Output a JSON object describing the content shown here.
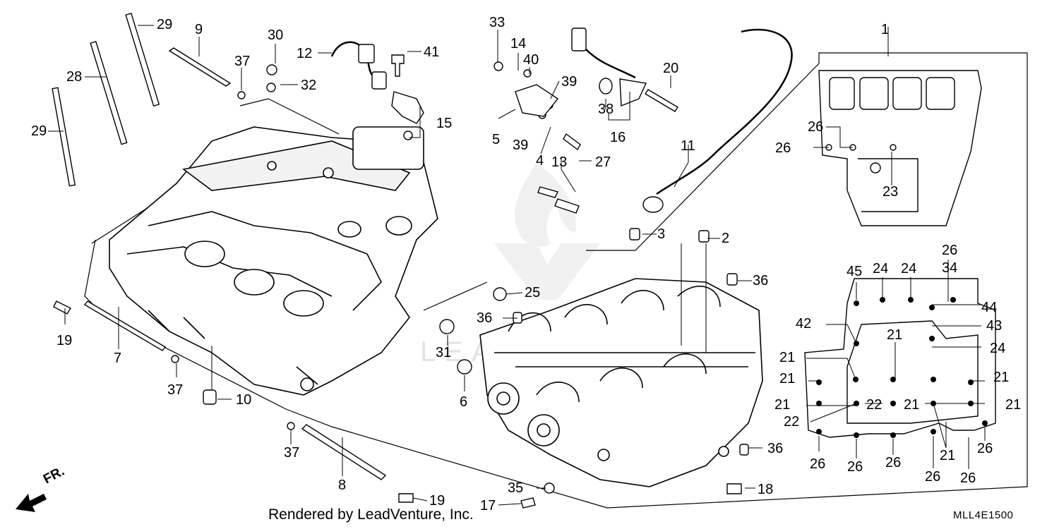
{
  "callouts": [
    "29",
    "9",
    "30",
    "37",
    "32",
    "12",
    "41",
    "33",
    "14",
    "40",
    "39",
    "15",
    "20",
    "38",
    "1",
    "28",
    "29",
    "5",
    "39",
    "4",
    "27",
    "16",
    "11",
    "26",
    "26",
    "13",
    "23",
    "3",
    "2",
    "26",
    "34",
    "45",
    "24",
    "24",
    "36",
    "44",
    "25",
    "36",
    "42",
    "21",
    "43",
    "24",
    "19",
    "7",
    "31",
    "21",
    "21",
    "21",
    "6",
    "21",
    "22",
    "21",
    "21",
    "37",
    "10",
    "22",
    "36",
    "26",
    "26",
    "26",
    "21",
    "26",
    "26",
    "26",
    "35",
    "18",
    "8",
    "19",
    "17"
  ],
  "direction_label": "FR.",
  "watermark": "LEADVENTURE",
  "footer": {
    "credit": "Rendered by LeadVenture, Inc.",
    "code": "MLL4E1500"
  }
}
